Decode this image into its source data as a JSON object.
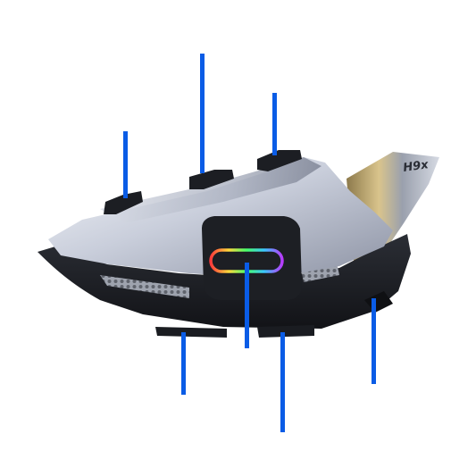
{
  "product": {
    "logo_text": "H9x"
  },
  "callouts": [
    {
      "id": "button-left-top"
    },
    {
      "id": "button-center-top"
    },
    {
      "id": "button-right-top"
    },
    {
      "id": "main-light-button"
    },
    {
      "id": "button-bottom-left"
    },
    {
      "id": "button-bottom-right"
    },
    {
      "id": "side-port"
    }
  ],
  "colors": {
    "callout_line": "#0a5ce6",
    "shell_light": "#e8ebf2",
    "shell_mid": "#aeb4c4",
    "body_dark": "#1b1d22",
    "accent_gold": "#b89b5c"
  },
  "ring_light_colors": [
    "#ff3b3b",
    "#ffd93b",
    "#47ff6a",
    "#3bc6ff",
    "#b83bff"
  ]
}
